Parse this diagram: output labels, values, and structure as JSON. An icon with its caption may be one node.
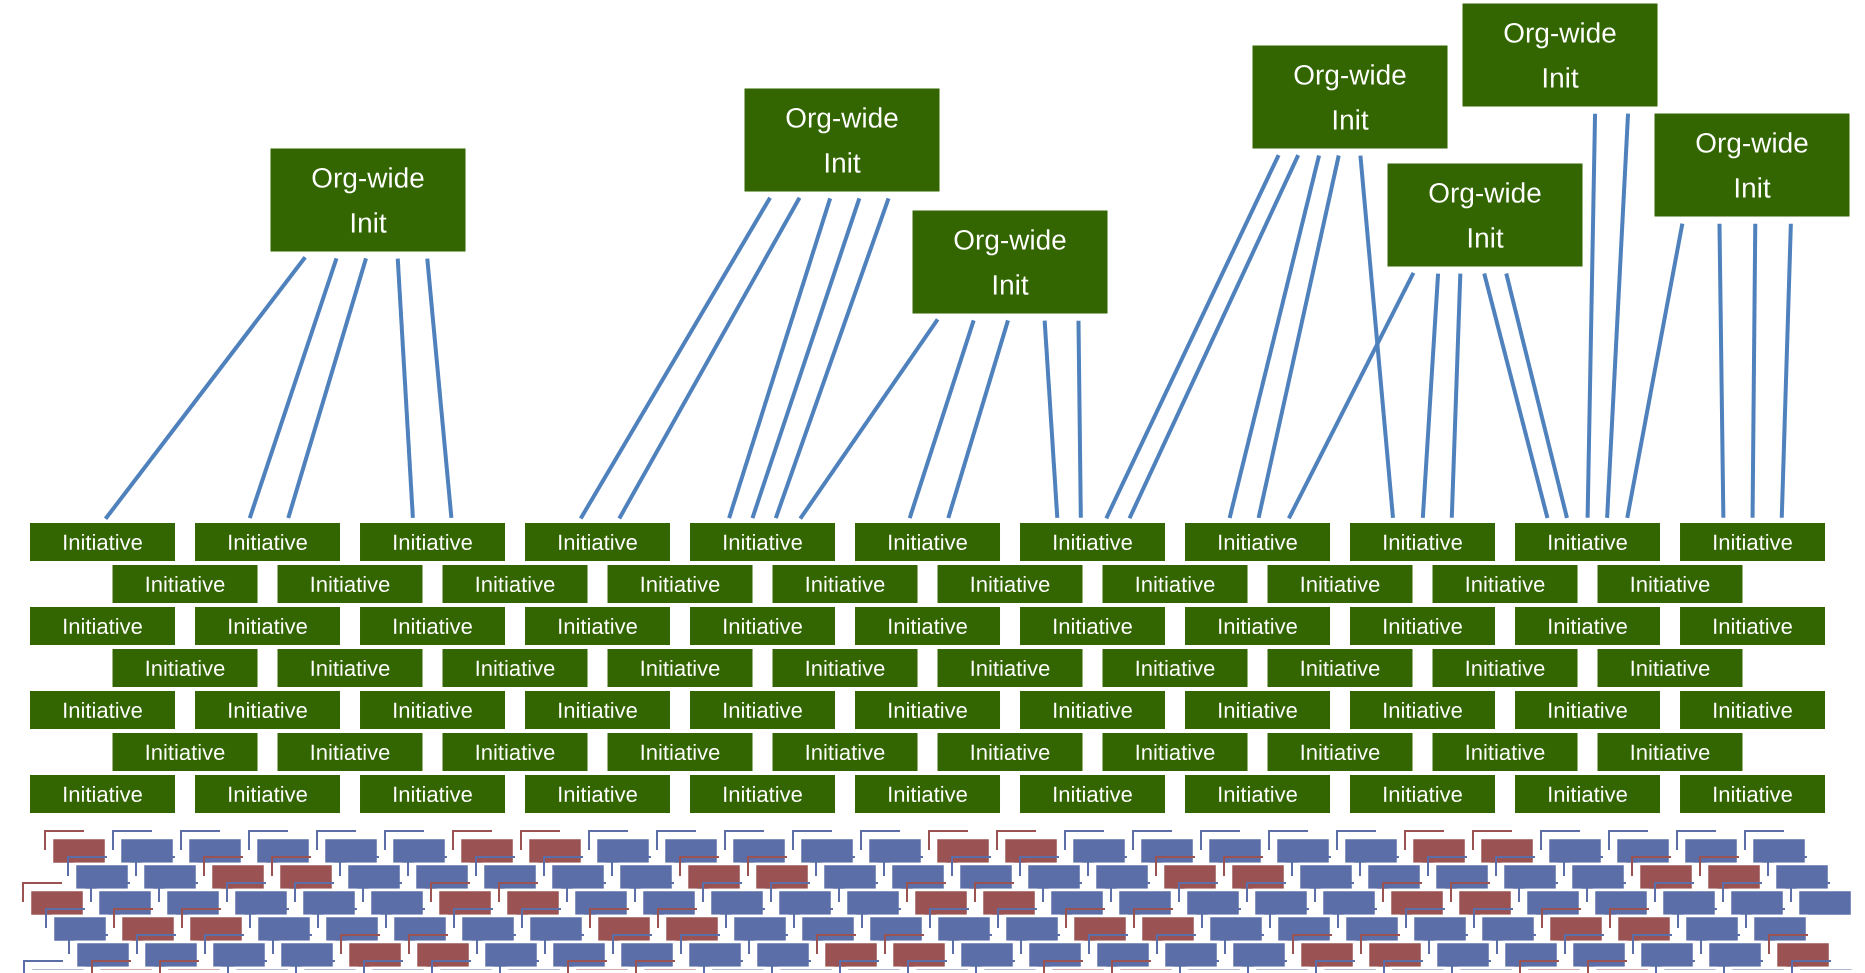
{
  "diagram": {
    "nodes": [
      {
        "text": [
          "Org-wide Init"
        ]
      },
      {
        "text": [
          "Org-wide Init"
        ]
      },
      {
        "text": [
          "Org-wide Init"
        ]
      },
      {
        "text": [
          "Org-wide Init"
        ]
      },
      {
        "text": [
          "Org-wide Init"
        ]
      },
      {
        "text": [
          "Org-wide Init"
        ]
      },
      {
        "text": [
          "Org-wide Init"
        ]
      },
      {
        "text": [
          "Initiative"
        ]
      },
      {
        "text": [
          "Initiative"
        ]
      },
      {
        "text": [
          "Initiative"
        ]
      },
      {
        "text": [
          "Initiative"
        ]
      },
      {
        "text": [
          "Initiative"
        ]
      },
      {
        "text": [
          "Initiative"
        ]
      },
      {
        "text": [
          "Initiative"
        ]
      },
      {
        "text": [
          "Initiative"
        ]
      },
      {
        "text": [
          "Initiative"
        ]
      },
      {
        "text": [
          "Initiative"
        ]
      },
      {
        "text": [
          "Initiative"
        ]
      },
      {
        "text": [
          "Initiative"
        ]
      },
      {
        "text": [
          "Initiative"
        ]
      },
      {
        "text": [
          "Initiative"
        ]
      },
      {
        "text": [
          "Initiative"
        ]
      },
      {
        "text": [
          "Initiative"
        ]
      },
      {
        "text": [
          "Initiative"
        ]
      },
      {
        "text": [
          "Initiative"
        ]
      },
      {
        "text": [
          "Initiative"
        ]
      },
      {
        "text": [
          "Initiative"
        ]
      },
      {
        "text": [
          "Initiative"
        ]
      },
      {
        "text": [
          "Initiative"
        ]
      },
      {
        "text": [
          "Initiative"
        ]
      },
      {
        "text": [
          "Initiative"
        ]
      },
      {
        "text": [
          "Initiative"
        ]
      },
      {
        "text": [
          "Initiative"
        ]
      },
      {
        "text": [
          "Initiative"
        ]
      },
      {
        "text": [
          "Initiative"
        ]
      },
      {
        "text": [
          "Initiative"
        ]
      },
      {
        "text": [
          "Initiative"
        ]
      },
      {
        "text": [
          "Initiative"
        ]
      },
      {
        "text": [
          "Initiative"
        ]
      },
      {
        "text": [
          "Initiative"
        ]
      },
      {
        "text": [
          "Initiative"
        ]
      },
      {
        "text": [
          "Initiative"
        ]
      },
      {
        "text": [
          "Initiative"
        ]
      },
      {
        "text": [
          "Initiative"
        ]
      },
      {
        "text": [
          "Initiative"
        ]
      },
      {
        "text": [
          "Initiative"
        ]
      },
      {
        "text": [
          "Initiative"
        ]
      },
      {
        "text": [
          "Initiative"
        ]
      },
      {
        "text": [
          "Initiative"
        ]
      },
      {
        "text": [
          "Initiative"
        ]
      },
      {
        "text": [
          "Initiative"
        ]
      },
      {
        "text": [
          "Initiative"
        ]
      },
      {
        "text": [
          "Initiative"
        ]
      },
      {
        "text": [
          "Initiative"
        ]
      },
      {
        "text": [
          "Initiative"
        ]
      },
      {
        "text": [
          "Initiative"
        ]
      },
      {
        "text": [
          "Initiative"
        ]
      },
      {
        "text": [
          "Initiative"
        ]
      },
      {
        "text": [
          "Initiative"
        ]
      },
      {
        "text": [
          "Initiative"
        ]
      },
      {
        "text": [
          "Initiative"
        ]
      },
      {
        "text": [
          "Initiative"
        ]
      },
      {
        "text": [
          "Initiative"
        ]
      },
      {
        "text": [
          "Initiative"
        ]
      },
      {
        "text": [
          "Initiative"
        ]
      },
      {
        "text": [
          "Initiative"
        ]
      },
      {
        "text": [
          "Initiative"
        ]
      },
      {
        "text": [
          "Initiative"
        ]
      },
      {
        "text": [
          "Initiative"
        ]
      },
      {
        "text": [
          "Initiative"
        ]
      },
      {
        "text": [
          "Initiative"
        ]
      },
      {
        "text": [
          "Initiative"
        ]
      },
      {
        "text": [
          "Initiative"
        ]
      },
      {
        "text": [
          "Initiative"
        ]
      },
      {
        "text": [
          "Initiative"
        ]
      },
      {
        "text": [
          "Initiative"
        ]
      },
      {
        "text": [
          "Initiative"
        ]
      },
      {
        "text": [
          "Initiative"
        ]
      },
      {
        "text": [
          "Initiative"
        ]
      },
      {
        "text": [
          "Initiative"
        ]
      },
      {
        "text": [
          "Initiative"
        ]
      }
    ],
    "edges": [
      {
        "from": 0,
        "to": 7,
        "arrow": "none"
      },
      {
        "from": 0,
        "to": 8,
        "arrow": "none"
      },
      {
        "from": 0,
        "to": 8,
        "arrow": "none"
      },
      {
        "from": 0,
        "to": 9,
        "arrow": "none"
      },
      {
        "from": 0,
        "to": 9,
        "arrow": "none"
      },
      {
        "from": 1,
        "to": 10,
        "arrow": "none"
      },
      {
        "from": 1,
        "to": 10,
        "arrow": "none"
      },
      {
        "from": 1,
        "to": 11,
        "arrow": "none"
      },
      {
        "from": 1,
        "to": 11,
        "arrow": "none"
      },
      {
        "from": 1,
        "to": 11,
        "arrow": "none"
      },
      {
        "from": 2,
        "to": 11,
        "arrow": "none"
      },
      {
        "from": 2,
        "to": 12,
        "arrow": "none"
      },
      {
        "from": 2,
        "to": 12,
        "arrow": "none"
      },
      {
        "from": 2,
        "to": 13,
        "arrow": "none"
      },
      {
        "from": 2,
        "to": 13,
        "arrow": "none"
      },
      {
        "from": 3,
        "to": 13,
        "arrow": "none"
      },
      {
        "from": 3,
        "to": 13,
        "arrow": "none"
      },
      {
        "from": 3,
        "to": 14,
        "arrow": "none"
      },
      {
        "from": 3,
        "to": 14,
        "arrow": "none"
      },
      {
        "from": 3,
        "to": 15,
        "arrow": "none"
      },
      {
        "from": 4,
        "to": 16,
        "arrow": "none"
      },
      {
        "from": 4,
        "to": 16,
        "arrow": "none"
      },
      {
        "from": 5,
        "to": 14,
        "arrow": "none"
      },
      {
        "from": 5,
        "to": 15,
        "arrow": "none"
      },
      {
        "from": 5,
        "to": 15,
        "arrow": "none"
      },
      {
        "from": 5,
        "to": 16,
        "arrow": "none"
      },
      {
        "from": 5,
        "to": 16,
        "arrow": "none"
      },
      {
        "from": 6,
        "to": 16,
        "arrow": "none"
      },
      {
        "from": 6,
        "to": 17,
        "arrow": "none"
      },
      {
        "from": 6,
        "to": 17,
        "arrow": "none"
      },
      {
        "from": 6,
        "to": 17,
        "arrow": "none"
      }
    ]
  }
}
